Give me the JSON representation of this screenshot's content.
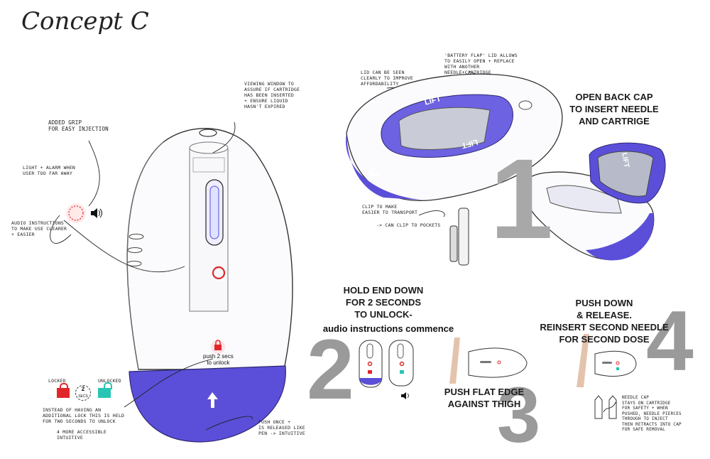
{
  "title": "Concept C",
  "annotations": {
    "added_grip": "ADDED GRIP\nFOR EASY INJECTION",
    "light_alarm": "LIGHT + ALARM WHEN\nUSER TOO FAR AWAY",
    "audio_instructions": "AUDIO INSTRUCTIONS\nTO MAKE USE CLEARER\n+ EASIER",
    "viewing_window": "VIEWING WINDOW TO\nASSURE IF CARTRIDGE\nHAS BEEN INSERTED\n+ ENSURE LIQUID\nHASN'T EXPIRED",
    "instead_of_having": "INSTEAD OF HAVING AN\nADDITIONAL LOCK THIS IS HELD\nFOR TWO SECONDS TO UNLOCK",
    "audio_accessible": "4 MORE ACCESSIBLE\nINTUITIVE",
    "push_once": "PUSH ONCE +\nIS RELEASED LIKE\nPEN -> INTUITIVE",
    "lid_can_be_seen": "LID CAN BE SEEN\nCLEARLY TO IMPROVE\nAFFORDABILITY",
    "battery_flap": "'BATTERY FLAP' LID ALLOWS\nTO EASILY OPEN + REPLACE\nWITH ANOTHER\nNEEDLE+CARTRIDGE",
    "clip": "CLIP TO MAKE\nEASIER TO TRANSPORT",
    "clip_pockets": "-> CAN CLIP TO POCKETS",
    "needle_cap": "NEEDLE CAP\nSTAYS ON CARTRIDGE\nFOR SAFETY + WHEN\nPUSHED, NEEDLE PIERCES\nTHROUGH TO INJECT\nTHEN RETRACTS INTO CAP\nFOR SAFE REMOVAL"
  },
  "lock_legend": {
    "locked": "LOCKED",
    "unlocked": "UNLOCKED",
    "seconds_value": "2",
    "seconds_unit": "SECS"
  },
  "device": {
    "button_label": "push 2 secs\nto unlock",
    "lift_label": "LIFT"
  },
  "steps": [
    {
      "number": "1",
      "text": "OPEN BACK CAP\nTO INSERT NEEDLE\nAND CARTRIGE"
    },
    {
      "number": "2",
      "text": "HOLD END DOWN\nFOR 2 SECONDS\nTO UNLOCK-",
      "subtext": "audio instructions commence"
    },
    {
      "number": "3",
      "text": "PUSH FLAT EDGE\nAGAINST THIGH"
    },
    {
      "number": "4",
      "text": "PUSH DOWN\n& RELEASE.\nREINSERT SECOND NEEDLE\nFOR SECOND DOSE"
    }
  ],
  "colors": {
    "accent": "#5b4fd9",
    "accent_light": "#7b70ea",
    "red": "#e0262b",
    "teal": "#28c5b2",
    "number_gray": "#9a9a9a",
    "skin": "#d9a98a"
  }
}
